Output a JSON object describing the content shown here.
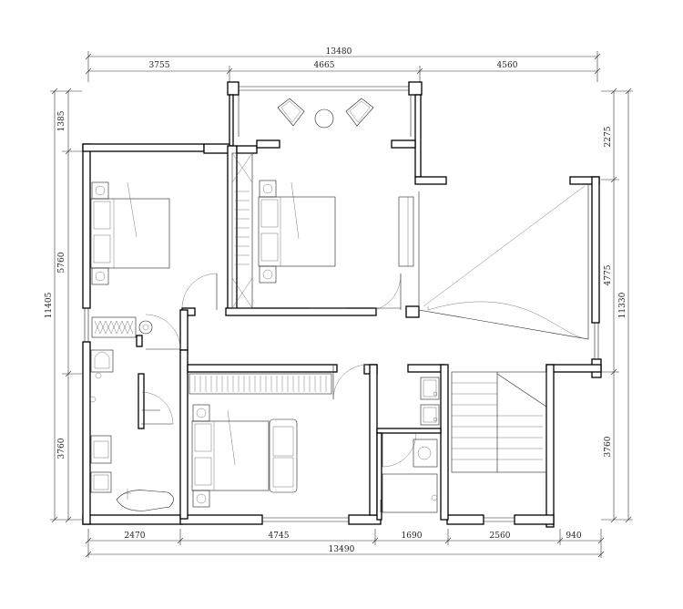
{
  "dimensions": {
    "top_total": "13480",
    "top_segments": [
      "3755",
      "4665",
      "4560"
    ],
    "bottom_total": "13490",
    "bottom_segments": [
      "2470",
      "4745",
      "1690",
      "2560",
      "940"
    ],
    "left_total": "11405",
    "left_segments": [
      "1385",
      "5760",
      "3760"
    ],
    "right_total": "11330",
    "right_segments": [
      "2275",
      "4775",
      "3760"
    ]
  },
  "colors": {
    "wall": "#000000",
    "line": "#222222",
    "background": "#ffffff"
  }
}
